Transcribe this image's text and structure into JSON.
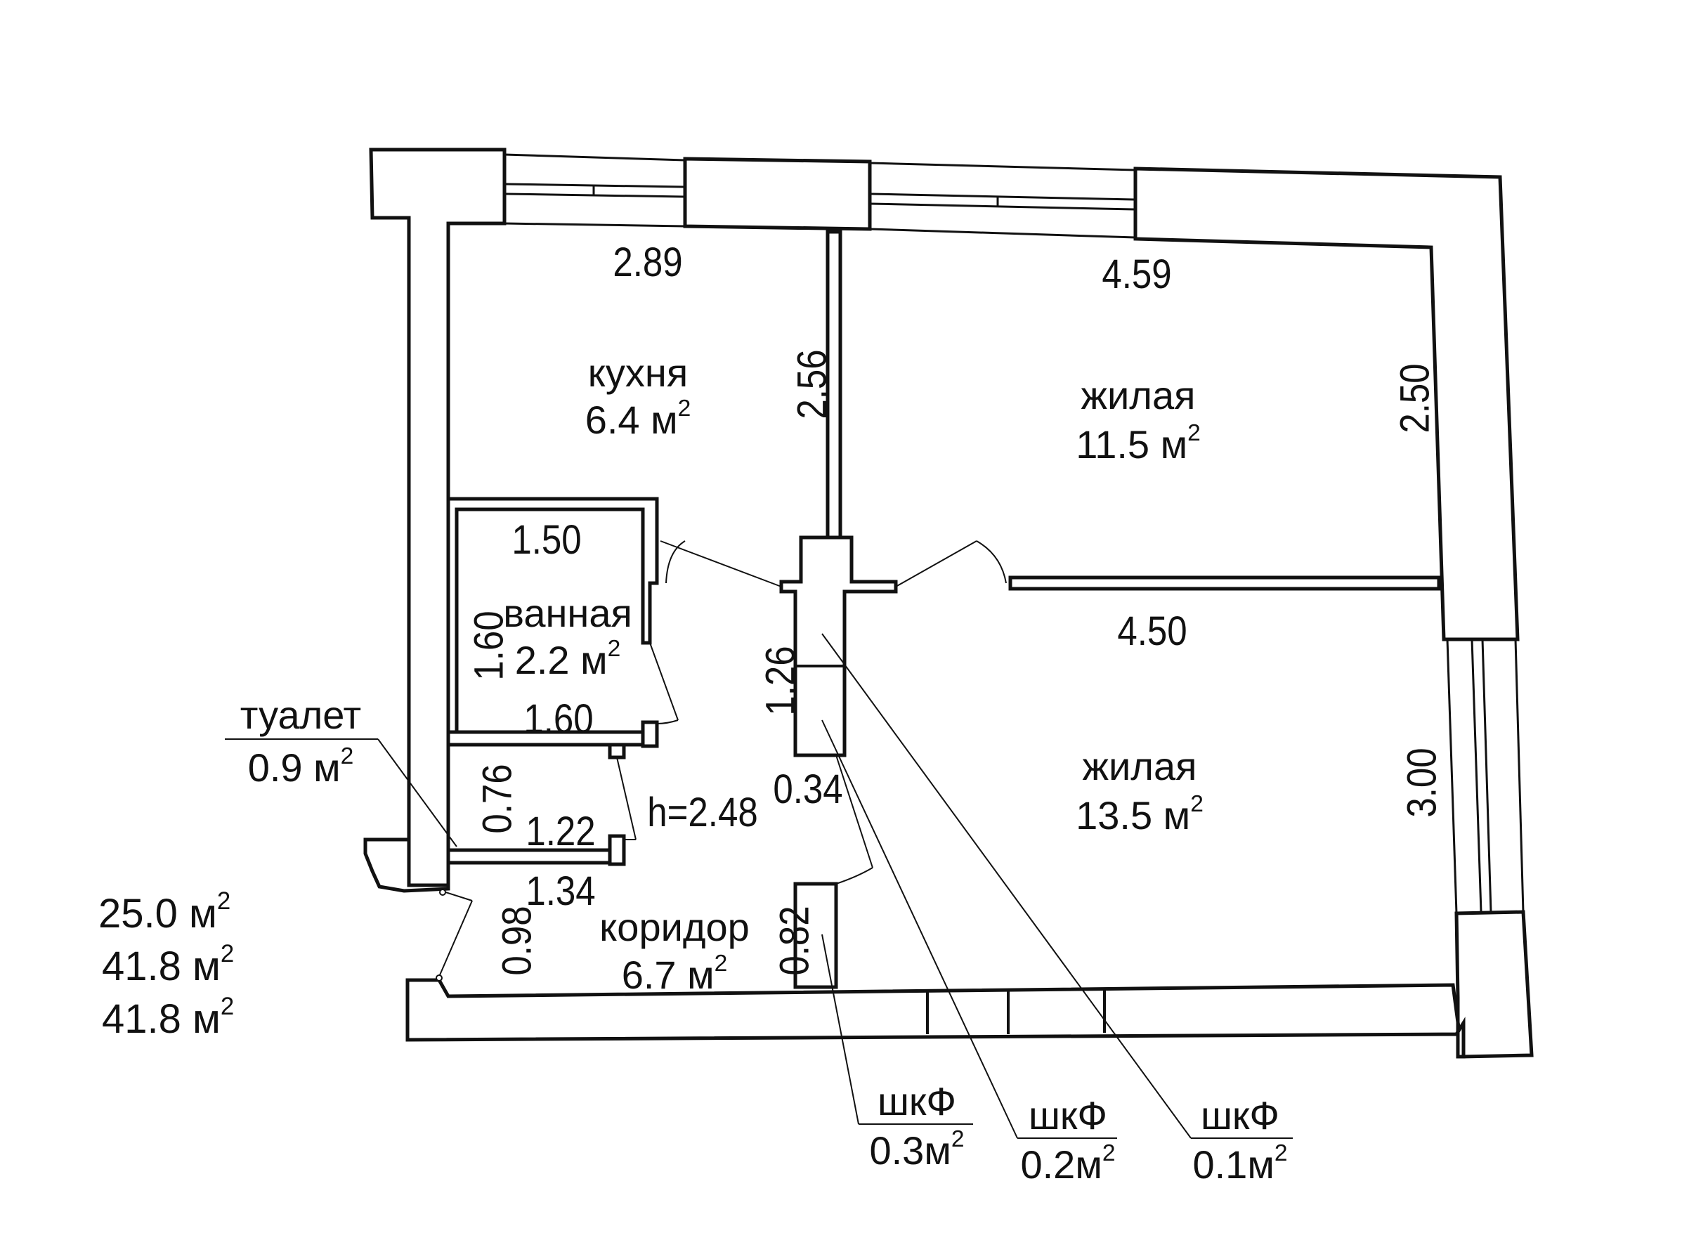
{
  "rooms": {
    "kitchen": {
      "name": "кухня",
      "area": "6.4 м",
      "unit_sup": "2"
    },
    "living_top": {
      "name": "жилая",
      "area": "11.5 м",
      "unit_sup": "2"
    },
    "living_bottom": {
      "name": "жилая",
      "area": "13.5 м",
      "unit_sup": "2"
    },
    "bathroom": {
      "name": "ванная",
      "area": "2.2 м",
      "unit_sup": "2"
    },
    "toilet": {
      "name": "туалет",
      "area": "0.9 м",
      "unit_sup": "2"
    },
    "corridor": {
      "name": "коридор",
      "area": "6.7 м",
      "unit_sup": "2"
    }
  },
  "closets": [
    {
      "name": "шкФ",
      "area": "0.3м",
      "unit_sup": "2"
    },
    {
      "name": "шкФ",
      "area": "0.2м",
      "unit_sup": "2"
    },
    {
      "name": "шкФ",
      "area": "0.1м",
      "unit_sup": "2"
    }
  ],
  "dimensions": {
    "kitchen_width": "2.89",
    "kitchen_depth": "2.56",
    "living_top_width": "4.59",
    "living_top_depth": "2.50",
    "bath_width_top": "1.50",
    "bath_height": "1.60",
    "bath_width_bottom": "1.60",
    "toilet_height": "0.76",
    "toilet_width_top": "1.22",
    "toilet_width_bottom": "1.34",
    "entry_width": "0.98",
    "corridor_small": "1.26",
    "corridor_gap": "0.34",
    "corridor_niche": "0.82",
    "living_bottom_width": "4.50",
    "living_bottom_depth": "3.00"
  },
  "ceiling_height": "h=2.48",
  "totals": [
    {
      "value": "25.0 м",
      "unit_sup": "2"
    },
    {
      "value": "41.8 м",
      "unit_sup": "2"
    },
    {
      "value": "41.8 м",
      "unit_sup": "2"
    }
  ]
}
